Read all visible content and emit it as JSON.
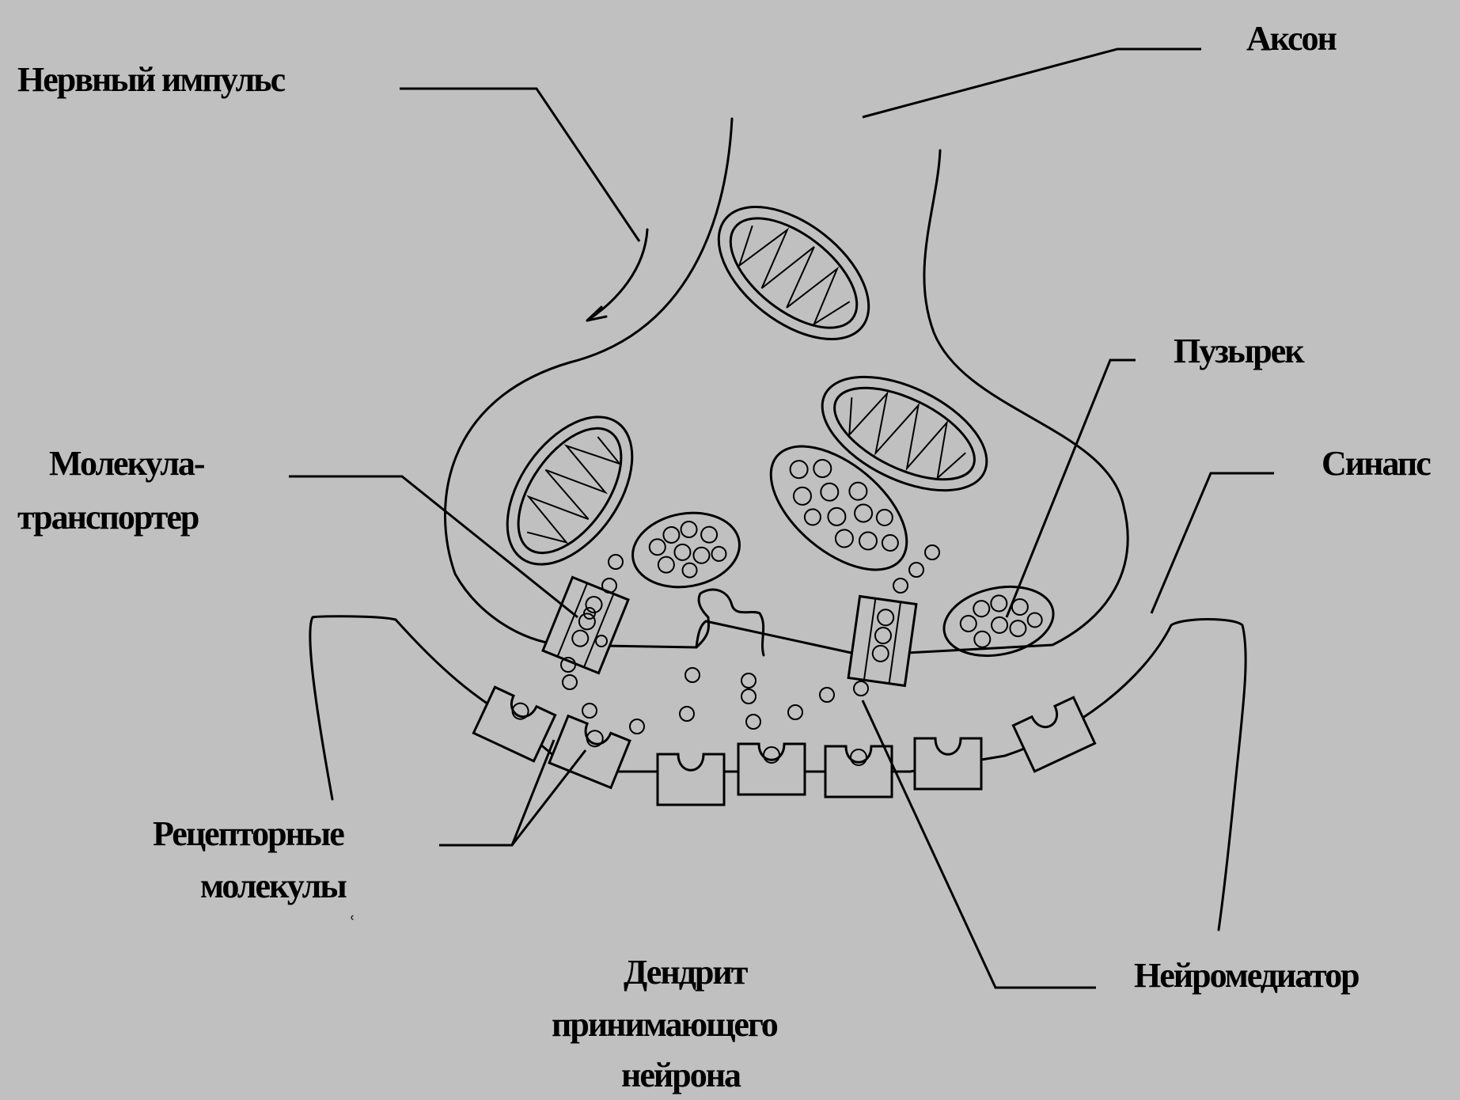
{
  "labels": {
    "impulse": "Нервный импульс",
    "axon": "Аксон",
    "vesicle": "Пузырек",
    "synapse": "Синапс",
    "transporter_line1": "Молекула-",
    "transporter_line2": "транспортер",
    "receptors_line1": "Рецепторные",
    "receptors_line2": "молекулы",
    "receptors_mark": "ʿ",
    "dendrite_line1": "Дендрит",
    "dendrite_line2": "принимающего",
    "dendrite_line3": "нейрона",
    "neurotransmitter": "Нейромедиатор"
  },
  "colors": {
    "background": "#c0c0c0",
    "ink": "#000000"
  }
}
